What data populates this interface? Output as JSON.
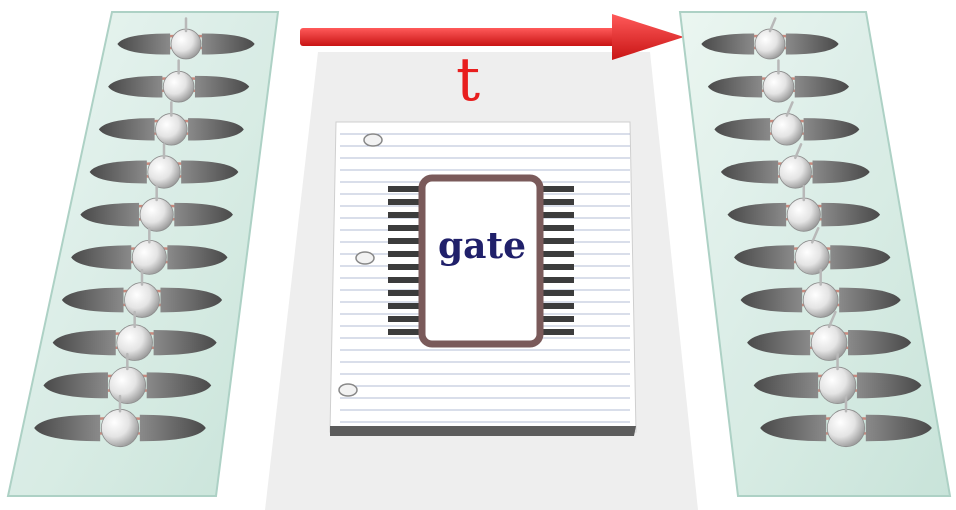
{
  "arrow": {
    "label": "t",
    "color": "#e81e1e"
  },
  "gate": {
    "label": "gate",
    "label_color": "#20206a",
    "frame_color": "#7a5a5a",
    "pin_color": "#3c3c3c"
  },
  "colors": {
    "tray_glass": "#d6ece4",
    "tray_edge": "#a9cfc2",
    "sphere": "#e8e8e8",
    "cone": "#6e6e6e",
    "ring": "#c98a7e",
    "paper_lines": "#9aa6c8",
    "backdrop": "#eeeeee"
  },
  "left_register": {
    "qubit_count": 10,
    "spin_directions": [
      "up",
      "up",
      "up",
      "up",
      "up",
      "up",
      "up",
      "up",
      "up",
      "up"
    ]
  },
  "right_register": {
    "qubit_count": 10,
    "spin_directions": [
      "tilted",
      "up",
      "tilted",
      "tilted",
      "up",
      "tilted",
      "up",
      "tilted",
      "up",
      "up"
    ]
  }
}
